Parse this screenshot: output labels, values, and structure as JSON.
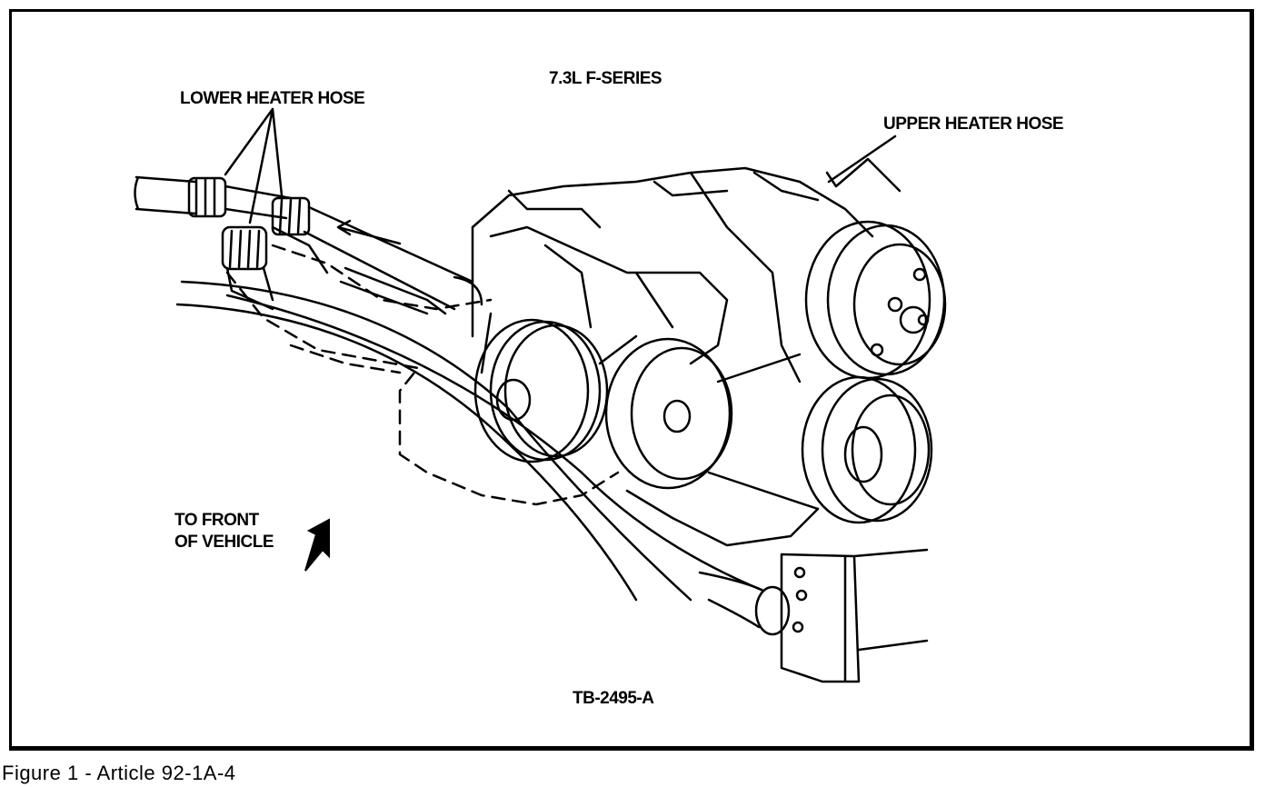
{
  "diagram": {
    "title": "7.3L F-SERIES",
    "labels": {
      "lower_heater_hose": "LOWER HEATER HOSE",
      "upper_heater_hose": "UPPER HEATER HOSE",
      "to_front_line1": "TO FRONT",
      "to_front_line2": "OF VEHICLE",
      "reference_code": "TB-2495-A"
    }
  },
  "caption": "Figure 1 - Article 92-1A-4",
  "icons": [
    "direction-arrow-icon",
    "flow-arrow-icon",
    "leader-arrow-icon"
  ]
}
